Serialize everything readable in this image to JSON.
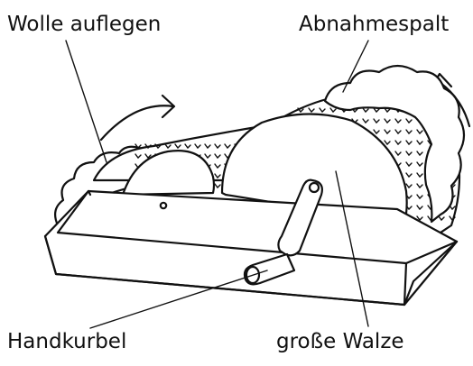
{
  "labels": {
    "wolle_auflegen": "Wolle auflegen",
    "abnahmespalt": "Abnahmespalt",
    "handkurbel": "Handkurbel",
    "grosse_walze": "große Walze"
  }
}
